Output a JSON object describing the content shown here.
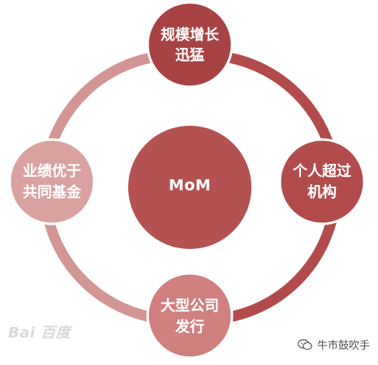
{
  "diagram": {
    "center": {
      "label": "MoM"
    },
    "nodes": {
      "top": {
        "line1": "规模增长",
        "line2": "迅猛"
      },
      "right": {
        "line1": "个人超过",
        "line2": "机构"
      },
      "bottom": {
        "line1": "大型公司",
        "line2": "发行"
      },
      "left": {
        "line1": "业绩优于",
        "line2": "共同基金"
      }
    }
  },
  "watermarks": {
    "left": "Bai 百度",
    "right": "牛市鼓吹手"
  },
  "colors": {
    "center_fill": "#b45252",
    "top_fill": "#a84343",
    "right_fill": "#b24c4c",
    "bottom_fill": "#d0807f",
    "left_fill": "#d9a2a1",
    "ring_right_arc": "#b24b4b",
    "ring_left_arc": "#d49595"
  }
}
